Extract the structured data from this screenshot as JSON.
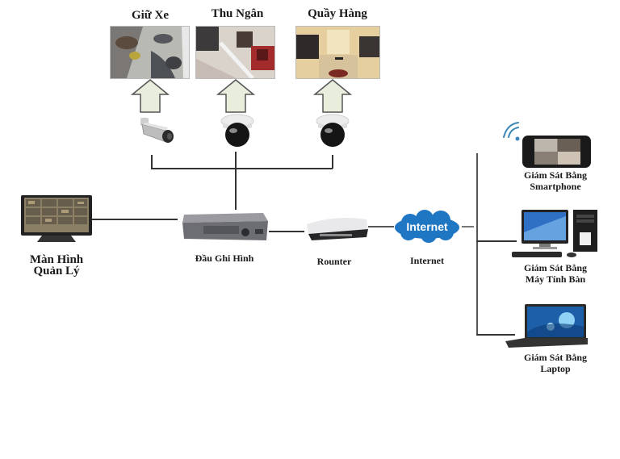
{
  "cameras": [
    {
      "label": "Giữ Xe",
      "type": "bullet-camera",
      "scene": "parking"
    },
    {
      "label": "Thu Ngân",
      "type": "dome-camera",
      "scene": "cashier"
    },
    {
      "label": "Quầy Hàng",
      "type": "dome-camera",
      "scene": "store-shelf"
    }
  ],
  "monitor": {
    "label_line1": "Màn Hình",
    "label_line2": "Quản Lý"
  },
  "dvr": {
    "label": "Đầu Ghi Hình"
  },
  "router": {
    "label": "Rounter"
  },
  "internet": {
    "cloud_text": "Internet",
    "label": "Internet"
  },
  "clients": [
    {
      "line1": "Giám Sát Bằng",
      "line2": "Smartphone",
      "icon": "smartphone-icon"
    },
    {
      "line1": "Giám Sát Bằng",
      "line2": "Máy Tính Bàn",
      "icon": "desktop-computer-icon"
    },
    {
      "line1": "Giám Sát Bằng",
      "line2": "Laptop",
      "icon": "laptop-icon"
    }
  ],
  "colors": {
    "line": "#333333",
    "arrow_fill": "#e8eddc",
    "arrow_stroke": "#555555",
    "cloud": "#1f77c4"
  }
}
